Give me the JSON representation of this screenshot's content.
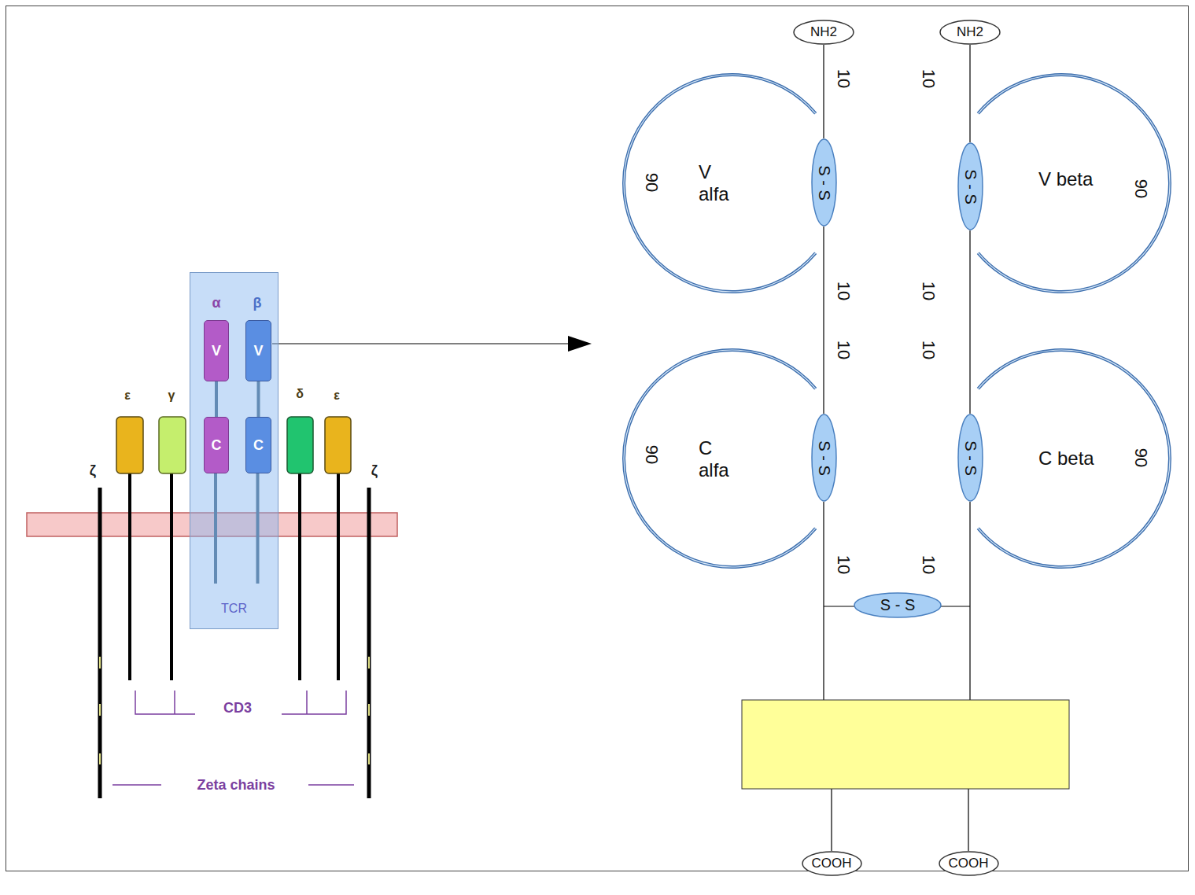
{
  "diagram": {
    "nodes": [
      {
        "text": [
          "TCR"
        ]
      },
      {
        "text": [
          "V"
        ],
        "in": 0
      },
      {
        "text": [
          "V"
        ],
        "in": 0
      },
      {
        "text": [
          "C"
        ],
        "in": 0
      },
      {
        "text": [
          "C"
        ],
        "in": 0
      },
      {
        "text": [
          "NH2"
        ]
      },
      {
        "text": [
          "NH2"
        ]
      },
      {
        "text": [
          "V alfa"
        ]
      },
      {
        "text": [
          "S - S"
        ]
      },
      {
        "text": [
          "S - S"
        ]
      },
      {
        "text": [
          "V beta"
        ]
      },
      {
        "text": [
          "C alfa"
        ]
      },
      {
        "text": [
          "S - S"
        ]
      },
      {
        "text": [
          "S - S"
        ]
      },
      {
        "text": [
          "C beta"
        ]
      },
      {
        "text": [
          "S - S"
        ]
      },
      {
        "text": [
          "COOH"
        ]
      },
      {
        "text": [
          "COOH"
        ]
      }
    ],
    "edges": [
      {
        "from": 1,
        "to": 3,
        "arrow": "none"
      },
      {
        "from": 2,
        "to": 4,
        "arrow": "none"
      },
      {
        "from": 5,
        "to": 8,
        "arrow": "none"
      },
      {
        "from": 8,
        "to": 12,
        "arrow": "none"
      },
      {
        "from": 6,
        "to": 9,
        "arrow": "none"
      },
      {
        "from": 9,
        "to": 13,
        "arrow": "none"
      },
      {
        "from": 12,
        "to": 16,
        "arrow": "none"
      },
      {
        "from": 13,
        "to": 17,
        "arrow": "none"
      }
    ],
    "labels": [
      "α",
      "β",
      "ε",
      "γ",
      "δ",
      "ε",
      "ζ",
      "ζ",
      "CD3",
      "Zeta chains",
      "10",
      "10",
      "90",
      "90",
      "10",
      "10",
      "10",
      "10",
      "90",
      "90",
      "10",
      "10"
    ]
  }
}
